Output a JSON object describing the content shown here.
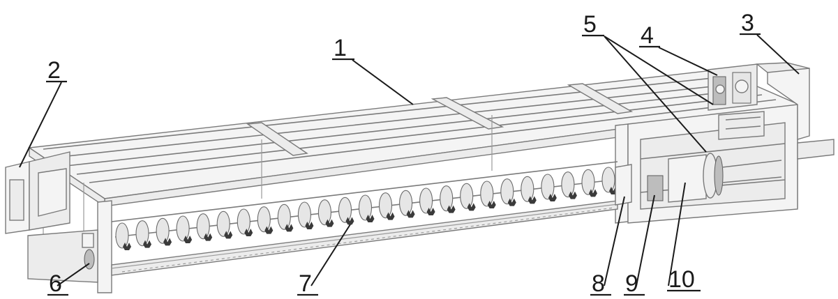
{
  "diagram": {
    "callouts": [
      {
        "id": "c1",
        "text": "1"
      },
      {
        "id": "c2",
        "text": "2"
      },
      {
        "id": "c3",
        "text": "3"
      },
      {
        "id": "c4",
        "text": "4"
      },
      {
        "id": "c5",
        "text": "5"
      },
      {
        "id": "c6",
        "text": "6"
      },
      {
        "id": "c7",
        "text": "7"
      },
      {
        "id": "c8",
        "text": "8"
      },
      {
        "id": "c9",
        "text": "9"
      },
      {
        "id": "c10",
        "text": "10"
      }
    ],
    "colors": {
      "line": "#7a7a7a",
      "label": "#1a1a1a",
      "background": "#ffffff"
    }
  }
}
